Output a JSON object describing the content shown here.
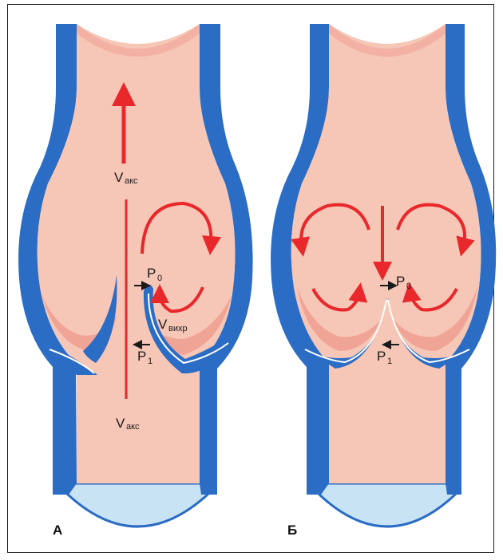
{
  "panels": [
    {
      "letter": "А",
      "labels": {
        "v_axial_top": "V",
        "v_axial_top_sub": "акс",
        "v_axial_bottom": "V",
        "v_axial_bottom_sub": "акс",
        "v_vortex": "V",
        "v_vortex_sub": "вихр",
        "p0": "P",
        "p0_sub": "0",
        "p1": "P",
        "p1_sub": "1"
      }
    },
    {
      "letter": "Б",
      "labels": {
        "p0": "P",
        "p0_sub": "0",
        "p1": "P",
        "p1_sub": "1"
      }
    }
  ],
  "colors": {
    "vessel_wall": "#2b6cc4",
    "lumen": "#f6c6b6",
    "sinus_shade": "#f0a496",
    "flow_arrow": "#e8282b",
    "pressure_arrow": "#1a1a1a",
    "cap_fill": "#c7e3f4"
  }
}
